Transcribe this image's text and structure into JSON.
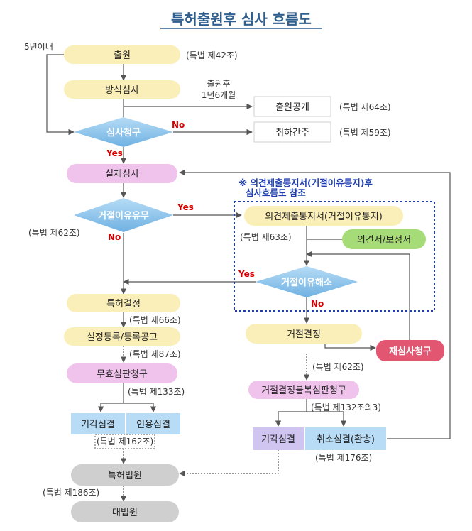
{
  "title": "특허출원후 심사 흐름도",
  "nodes": {
    "apply": "출원",
    "formal_exam": "방식심사",
    "publication": "출원공개",
    "exam_request": "심사청구",
    "withdrawn": "취하간주",
    "substantive_exam": "실체심사",
    "rejection_reason": "거절이유유무",
    "opinion_notice": "의견제출통지서(거절이유통지)",
    "opinion_amend": "의견서/보정서",
    "rejection_resolved": "거절이유해소",
    "grant": "특허결정",
    "registration": "설정등록/등록공고",
    "invalidation": "무효심판청구",
    "dismissed_a": "기각심결",
    "upheld": "인용심결",
    "rejection_decision": "거절결정",
    "reexam": "재심사청구",
    "appeal": "거절결정불복심판청구",
    "dismissed_b": "기각심결",
    "revoke": "취소심결(환송)",
    "patent_court": "특허법원",
    "supreme_court": "대법원"
  },
  "labels": {
    "within5y": "5년이내",
    "after_apply_1": "출원후",
    "after_apply_2": "1년6개월",
    "yes": "Yes",
    "no": "No",
    "law42": "(특법 제42조)",
    "law64": "(특법 제64조)",
    "law59": "(특법 제59조)",
    "law62a": "(특법 제62조)",
    "law63": "(특법 제63조)",
    "law66": "(특법 제66조)",
    "law87": "(특법 제87조)",
    "law133": "(특법 제133조)",
    "law162": "(특법 제162조)",
    "law62b": "(특법 제62조)",
    "law132": "(특법 제132조의3)",
    "law176": "(특법 제176조)",
    "law186": "(특법 제186조)",
    "note_line1": "※ 의견제출통지서(거절이유통지)후",
    "note_line2": "심사흐름도 참조"
  },
  "colors": {
    "yellow": "#fbefb9",
    "purple": "#f0c3ec",
    "blue_diamond": "#8fc6ea",
    "green": "#a6dc78",
    "red": "#e25672",
    "light_blue": "#b8dcf5",
    "lavender": "#cfc5f0",
    "gray": "#cfcfcf",
    "title": "#2f5f8f",
    "dashed": "#1f3fb0"
  }
}
